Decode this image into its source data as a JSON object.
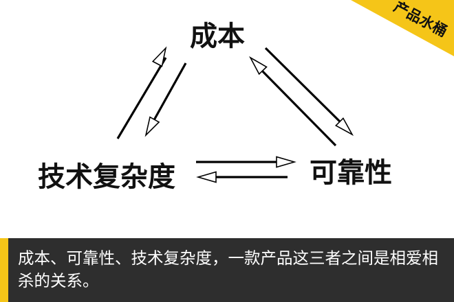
{
  "diagram": {
    "nodes": {
      "cost": "成本",
      "complexity": "技术复杂度",
      "reliability": "可靠性"
    },
    "edges": [
      {
        "from": "complexity",
        "to": "cost"
      },
      {
        "from": "cost",
        "to": "complexity"
      },
      {
        "from": "cost",
        "to": "reliability"
      },
      {
        "from": "reliability",
        "to": "cost"
      },
      {
        "from": "complexity",
        "to": "reliability"
      },
      {
        "from": "reliability",
        "to": "complexity"
      }
    ]
  },
  "corner_badge": {
    "text": "产品水桶"
  },
  "caption": {
    "text": "成本、可靠性、技术复杂度，一款产品这三者之间是相爱相杀的关系。"
  },
  "colors": {
    "accent": "#f5c518",
    "caption_background": "#2e2e2e",
    "caption_text": "#ffffff",
    "arrow": "#000000"
  }
}
